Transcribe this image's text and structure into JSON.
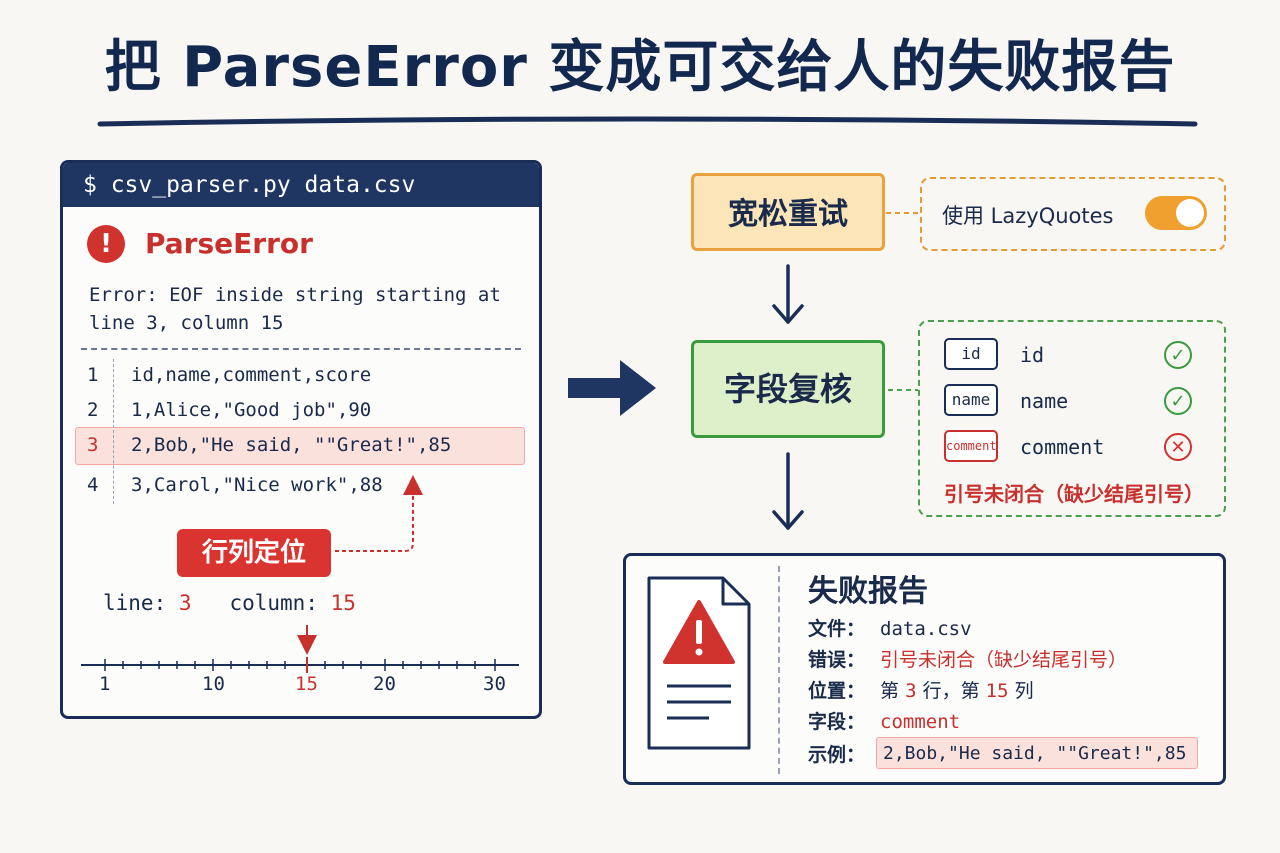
{
  "title": "把 ParseError 变成可交给人的失败报告",
  "terminal": {
    "command": "$ csv_parser.py data.csv",
    "error_icon": "!",
    "error_title": "ParseError",
    "error_message": "Error: EOF inside string starting at line 3, column 15",
    "rows": [
      {
        "n": "1",
        "code": "id,name,comment,score"
      },
      {
        "n": "2",
        "code": "1,Alice,\"Good job\",90"
      },
      {
        "n": "3",
        "code": "2,Bob,\"He said, \"\"Great!\",85"
      },
      {
        "n": "4",
        "code": "3,Carol,\"Nice work\",88"
      }
    ],
    "locate_badge": "行列定位",
    "line_label": "line:",
    "line_value": "3",
    "column_label": "column:",
    "column_value": "15",
    "ruler": {
      "labels": [
        "1",
        "10",
        "15",
        "20",
        "30"
      ],
      "marked": "15"
    }
  },
  "flow": {
    "lenient_retry": "宽松重试",
    "lazy_quotes_label": "使用 LazyQuotes",
    "lazy_quotes_on": true,
    "field_review": "字段复核",
    "fields": [
      {
        "tag": "id",
        "name": "id",
        "ok": true
      },
      {
        "tag": "name",
        "name": "name",
        "ok": true
      },
      {
        "tag": "comment",
        "name": "comment",
        "ok": false
      }
    ],
    "field_error": "引号未闭合（缺少结尾引号）"
  },
  "report": {
    "title": "失败报告",
    "file_label": "文件：",
    "file_value": "data.csv",
    "error_label": "错误：",
    "error_value": "引号未闭合（缺少结尾引号）",
    "position_label": "位置：",
    "pos_prefix": "第",
    "pos_line": "3",
    "pos_mid": "行，第",
    "pos_col": "15",
    "pos_suffix": "列",
    "field_label": "字段：",
    "field_value": "comment",
    "example_label": "示例：",
    "example_value": "2,Bob,\"He said, \"\"Great!\",85"
  },
  "colors": {
    "navy": "#1a2d57",
    "red": "#c8302d",
    "orange": "#eaa240",
    "green": "#3a9a3e"
  }
}
